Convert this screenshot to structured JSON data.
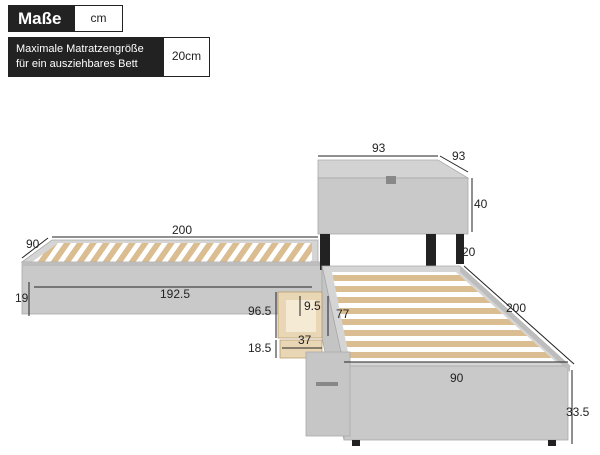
{
  "header": {
    "title": "Maße",
    "unit": "cm"
  },
  "note": {
    "text": "Maximale Matratzengröße für ein ausziehbares Bett",
    "value": "20cm"
  },
  "dimensions": {
    "top_bed_length": "200",
    "top_bed_width": "90",
    "top_bed_height": "19",
    "top_bed_inner_length": "192.5",
    "nightstand_width": "93",
    "nightstand_depth": "93",
    "nightstand_height": "40",
    "leg_height": "20",
    "main_bed_length": "200",
    "main_bed_width": "90",
    "main_bed_height": "33.5",
    "drawer_depth": "96.5",
    "drawer_inner_height": "9.5",
    "drawer_side": "77",
    "drawer_width": "37",
    "drawer_height": "18.5"
  },
  "colors": {
    "fabric": "#c9c9c9",
    "slat": "#d8b98a",
    "frame_dark": "#222222"
  }
}
